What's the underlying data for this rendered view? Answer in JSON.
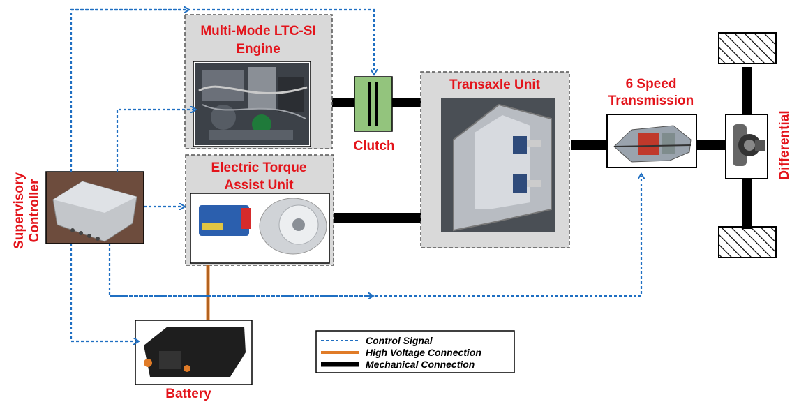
{
  "labels": {
    "engine_line1": "Multi-Mode LTC-SI",
    "engine_line2": "Engine",
    "clutch": "Clutch",
    "transaxle": "Transaxle Unit",
    "trans_line1": "6 Speed",
    "trans_line2": "Transmission",
    "differential": "Differential",
    "eta_line1": "Electric Torque",
    "eta_line2": "Assist Unit",
    "sup_line1": "Supervisory",
    "sup_line2": "Controller",
    "battery": "Battery"
  },
  "legend": {
    "items": [
      {
        "label": "Control Signal",
        "style": "dashed",
        "color": "#1f6fc2"
      },
      {
        "label": "High Voltage Connection",
        "style": "solid",
        "color": "#e07b27"
      },
      {
        "label": "Mechanical Connection",
        "style": "thick",
        "color": "#000000"
      }
    ]
  },
  "colors": {
    "label_red": "#e3141b",
    "control_blue": "#1f6fc2",
    "hv_orange": "#e07b27",
    "clutch_green": "#93c47d",
    "box_gray": "#d9d9d9"
  }
}
